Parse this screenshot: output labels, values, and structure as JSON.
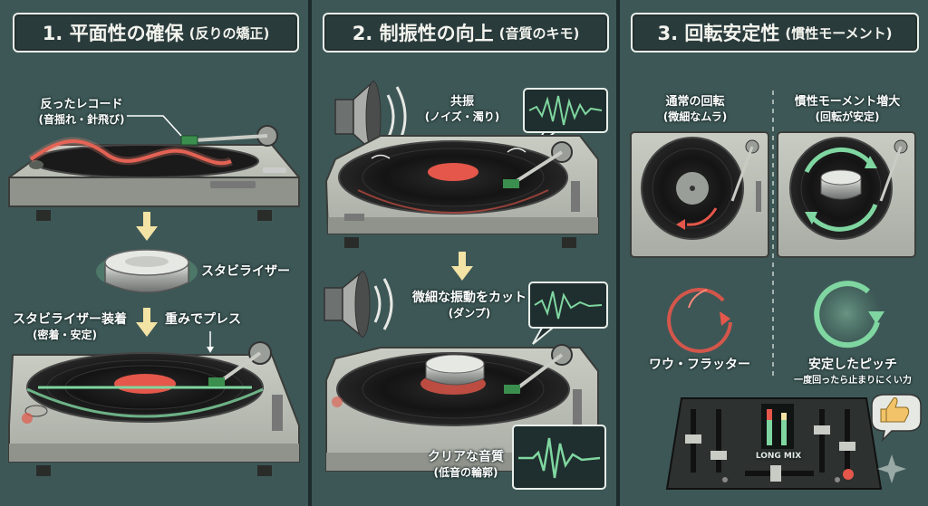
{
  "panels": [
    {
      "title_main": "1. 平面性の確保",
      "title_sub": "(反りの矯正)",
      "labels": {
        "warped": "反ったレコード",
        "warped_sub": "(音揺れ・針飛び)",
        "stabilizer": "スタビライザー",
        "mounted": "スタビライザー装着",
        "mounted_sub": "(密着・安定)",
        "press": "重みでプレス"
      }
    },
    {
      "title_main": "2. 制振性の向上",
      "title_sub": "(音質のキモ)",
      "labels": {
        "resonance": "共振",
        "resonance_sub": "(ノイズ・濁り)",
        "cut": "微細な振動をカット",
        "cut_sub": "(ダンプ)",
        "clear": "クリアな音質",
        "clear_sub": "(低音の輪郭)"
      }
    },
    {
      "title_main": "3. 回転安定性",
      "title_sub": "(慣性モーメント)",
      "labels": {
        "normal": "通常の回転",
        "normal_sub": "(微細なムラ)",
        "inertia": "慣性モーメント増大",
        "inertia_sub": "(回転が安定)",
        "wow": "ワウ・フラッター",
        "stable": "安定したピッチ",
        "stable_sub": "一度回ったら止まりにくい力",
        "mixer": "LONG MIX"
      }
    }
  ],
  "colors": {
    "bg": "#3d5756",
    "title_border": "#e8efea",
    "red_warn": "#e4574a",
    "green_ok": "#7fd6a0",
    "label_red": "#f25a4e",
    "arrow_yellow": "#f3e3a4"
  }
}
